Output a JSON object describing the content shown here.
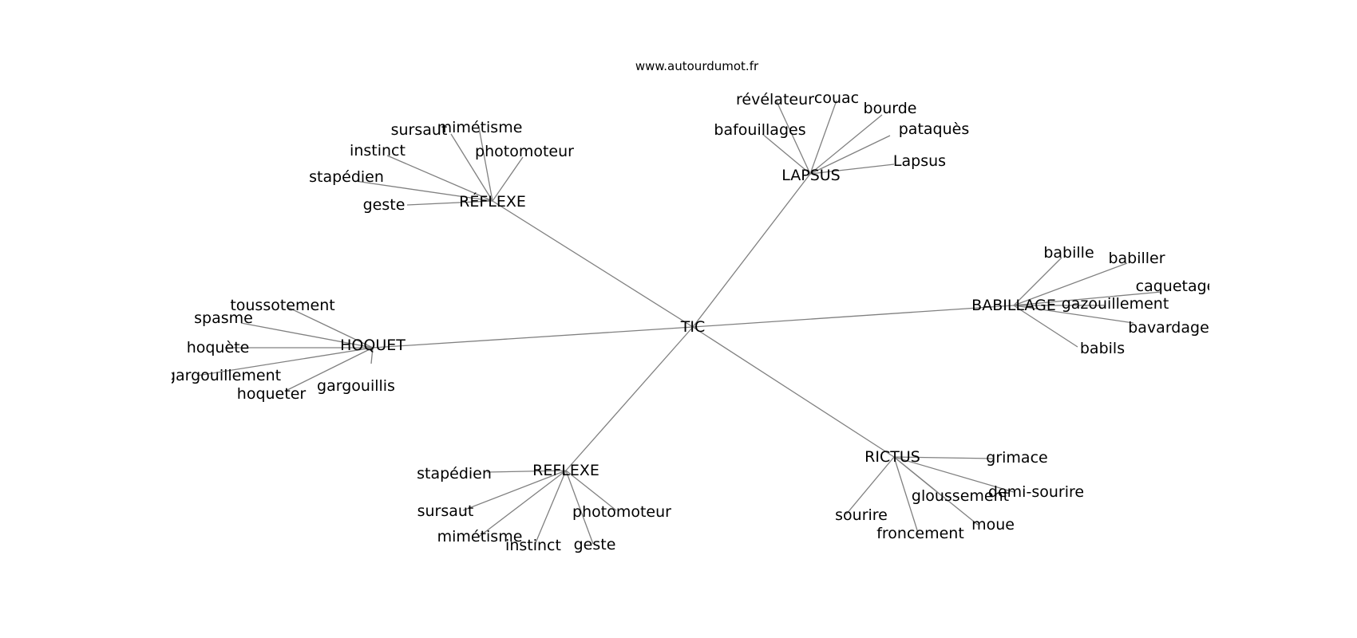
{
  "watermark": "www.autourdumot.fr",
  "root": "TIC",
  "clusters": [
    {
      "hub": "RÉFLEXE",
      "words": [
        "sursaut",
        "mimétisme",
        "instinct",
        "photomoteur",
        "stapédien",
        "geste"
      ]
    },
    {
      "hub": "LAPSUS",
      "words": [
        "révélateur",
        "couac",
        "bourde",
        "bafouillages",
        "pataquès",
        "Lapsus"
      ]
    },
    {
      "hub": "BABILLAGE",
      "words": [
        "babille",
        "babiller",
        "caquetage",
        "gazouillement",
        "bavardage",
        "babils"
      ]
    },
    {
      "hub": "HOQUET",
      "words": [
        "toussotement",
        "spasme",
        "hoquète",
        "gargouillement",
        "hoqueter",
        "gargouillis"
      ]
    },
    {
      "hub": "REFLEXE",
      "words": [
        "stapédien",
        "sursaut",
        "mimétisme",
        "instinct",
        "photomoteur",
        "geste"
      ]
    },
    {
      "hub": "RICTUS",
      "words": [
        "grimace",
        "demi-sourire",
        "gloussement",
        "sourire",
        "froncement",
        "moue"
      ]
    }
  ]
}
